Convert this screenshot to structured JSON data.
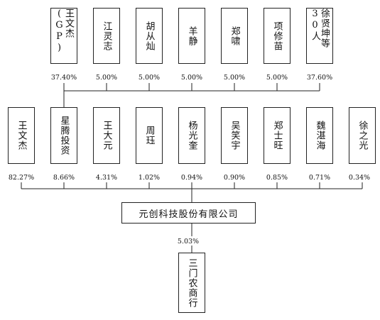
{
  "top_shareholders": [
    {
      "name": "王文杰(GP)",
      "percent": "37.40%"
    },
    {
      "name": "江灵志",
      "percent": "5.00%"
    },
    {
      "name": "胡从灿",
      "percent": "5.00%"
    },
    {
      "name": "羊静",
      "percent": "5.00%"
    },
    {
      "name": "郑啸",
      "percent": "5.00%"
    },
    {
      "name": "项修苗",
      "percent": "5.00%"
    },
    {
      "name": "徐贤坤等30人",
      "percent": "37.60%"
    }
  ],
  "middle_shareholders": [
    {
      "name": "王文杰",
      "percent": "82.27%"
    },
    {
      "name": "星腾投资",
      "percent": "8.66%"
    },
    {
      "name": "王大元",
      "percent": "4.31%"
    },
    {
      "name": "周珏",
      "percent": "1.02%"
    },
    {
      "name": "杨光奎",
      "percent": "0.94%"
    },
    {
      "name": "吴笑宇",
      "percent": "0.90%"
    },
    {
      "name": "郑士旺",
      "percent": "0.85%"
    },
    {
      "name": "魏湛海",
      "percent": "0.71%"
    },
    {
      "name": "徐之光",
      "percent": "0.34%"
    }
  ],
  "company": {
    "name": "元创科技股份有限公司"
  },
  "holding": {
    "percent": "5.03%"
  },
  "target": {
    "name": "三门农商行"
  }
}
